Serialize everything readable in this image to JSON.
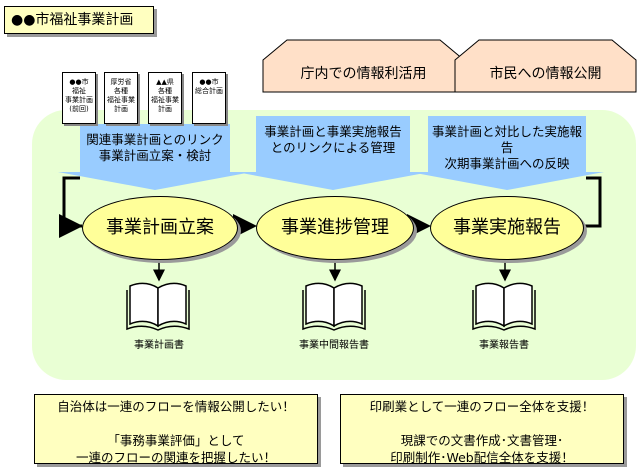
{
  "title": "●●市福祉事業計画",
  "publish_labels": [
    "庁内での情報利活用",
    "市民への情報公開"
  ],
  "documents": [
    "●●市\n福祉\n事業計画\n(前回)",
    "厚労省\n各種\n福祉事業\n計画",
    "▲▲県\n各種\n福祉事業\n計画",
    "●●市\n総合計画"
  ],
  "info_boxes": [
    "関連事業計画とのリンク\n事業計画立案・検討",
    "事業計画と事業実施報告\nとのリンクによる管理",
    "事業計画と対比した実施報告\n次期事業計画への反映"
  ],
  "stages": [
    "事業計画立案",
    "事業進捗管理",
    "事業実施報告"
  ],
  "books": [
    "事業計画書",
    "事業中間報告書",
    "事業報告書"
  ],
  "notes": [
    "自治体は一連のフローを情報公開したい！\n\n「事務事業評価」として\n一連のフローの関連を把握したい！",
    "印刷業として一連のフロー全体を支援！\n\n現課での文書作成･文書管理･\n印刷制作･Web配信全体を支援！"
  ],
  "colors": {
    "panel": "#e9ffd4",
    "info_box": "#99ccff",
    "stage": "#ffff99",
    "note": "#ffffc0",
    "house": "#ffe0c8"
  }
}
